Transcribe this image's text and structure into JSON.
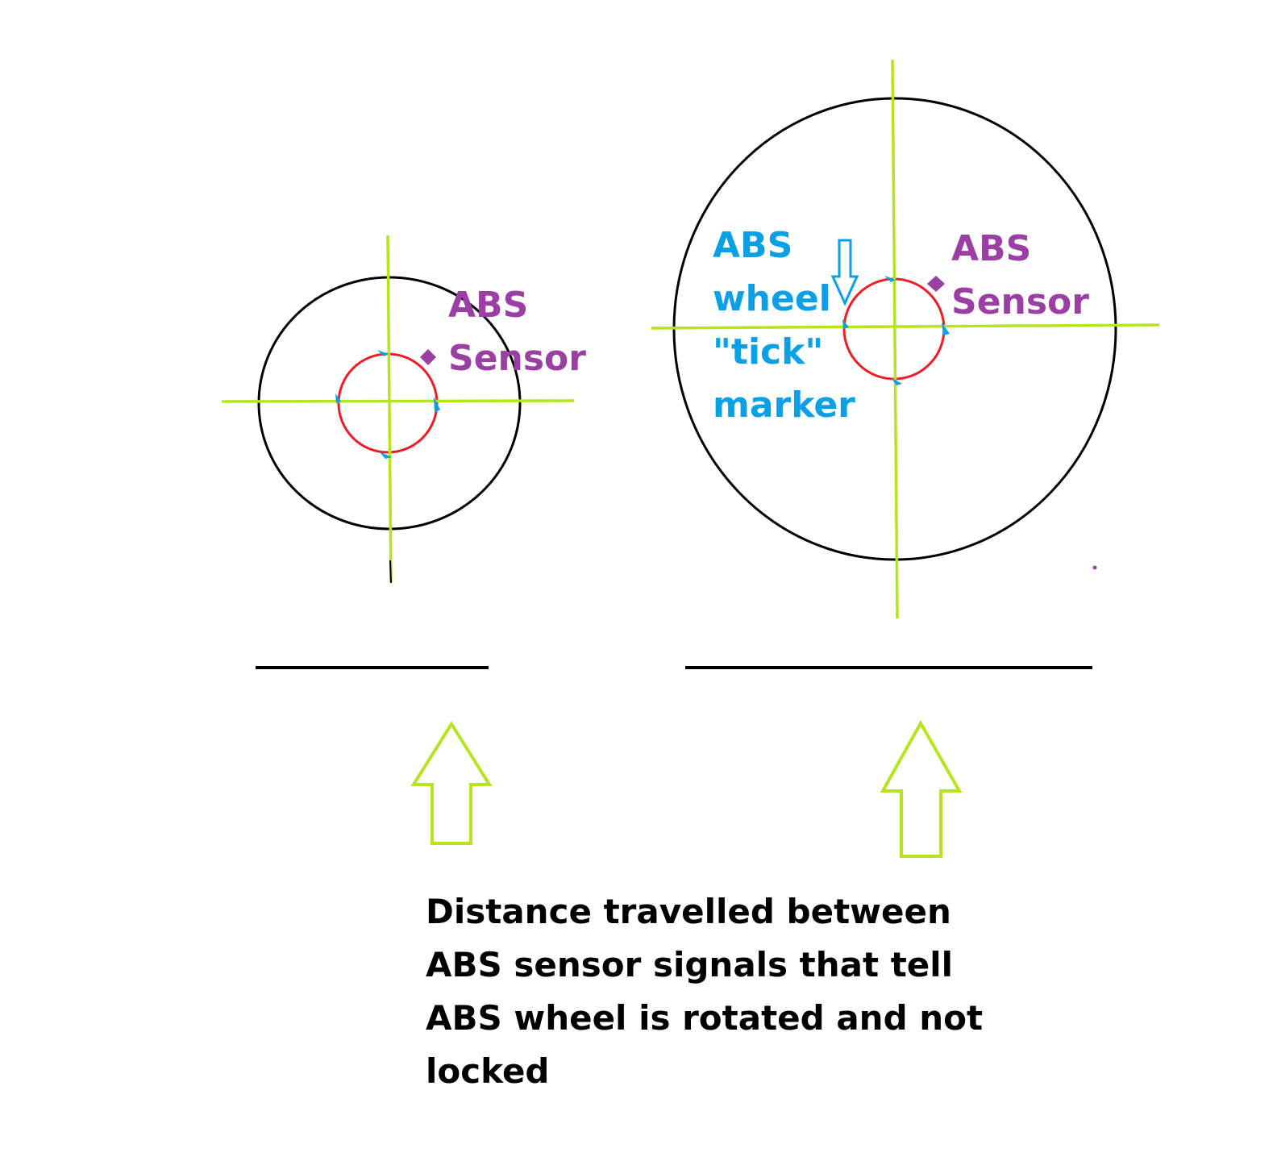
{
  "colors": {
    "wheel_outline": "#000000",
    "abs_ring": "#ee1c24",
    "crosshair": "#b5e61d",
    "tick_marker": "#0aa0e6",
    "sensor": "#9b3fa5",
    "distance_line": "#000000",
    "arrow": "#b5e61d"
  },
  "small_wheel": {
    "sensor_label": [
      "ABS",
      "Sensor"
    ]
  },
  "large_wheel": {
    "sensor_label": [
      "ABS",
      "Sensor"
    ],
    "marker_label": [
      "ABS",
      "wheel",
      "\"tick\"",
      "marker"
    ]
  },
  "caption": {
    "lines": [
      "Distance travelled between",
      "ABS sensor signals that tell",
      "ABS wheel is rotated and not",
      "locked"
    ]
  }
}
